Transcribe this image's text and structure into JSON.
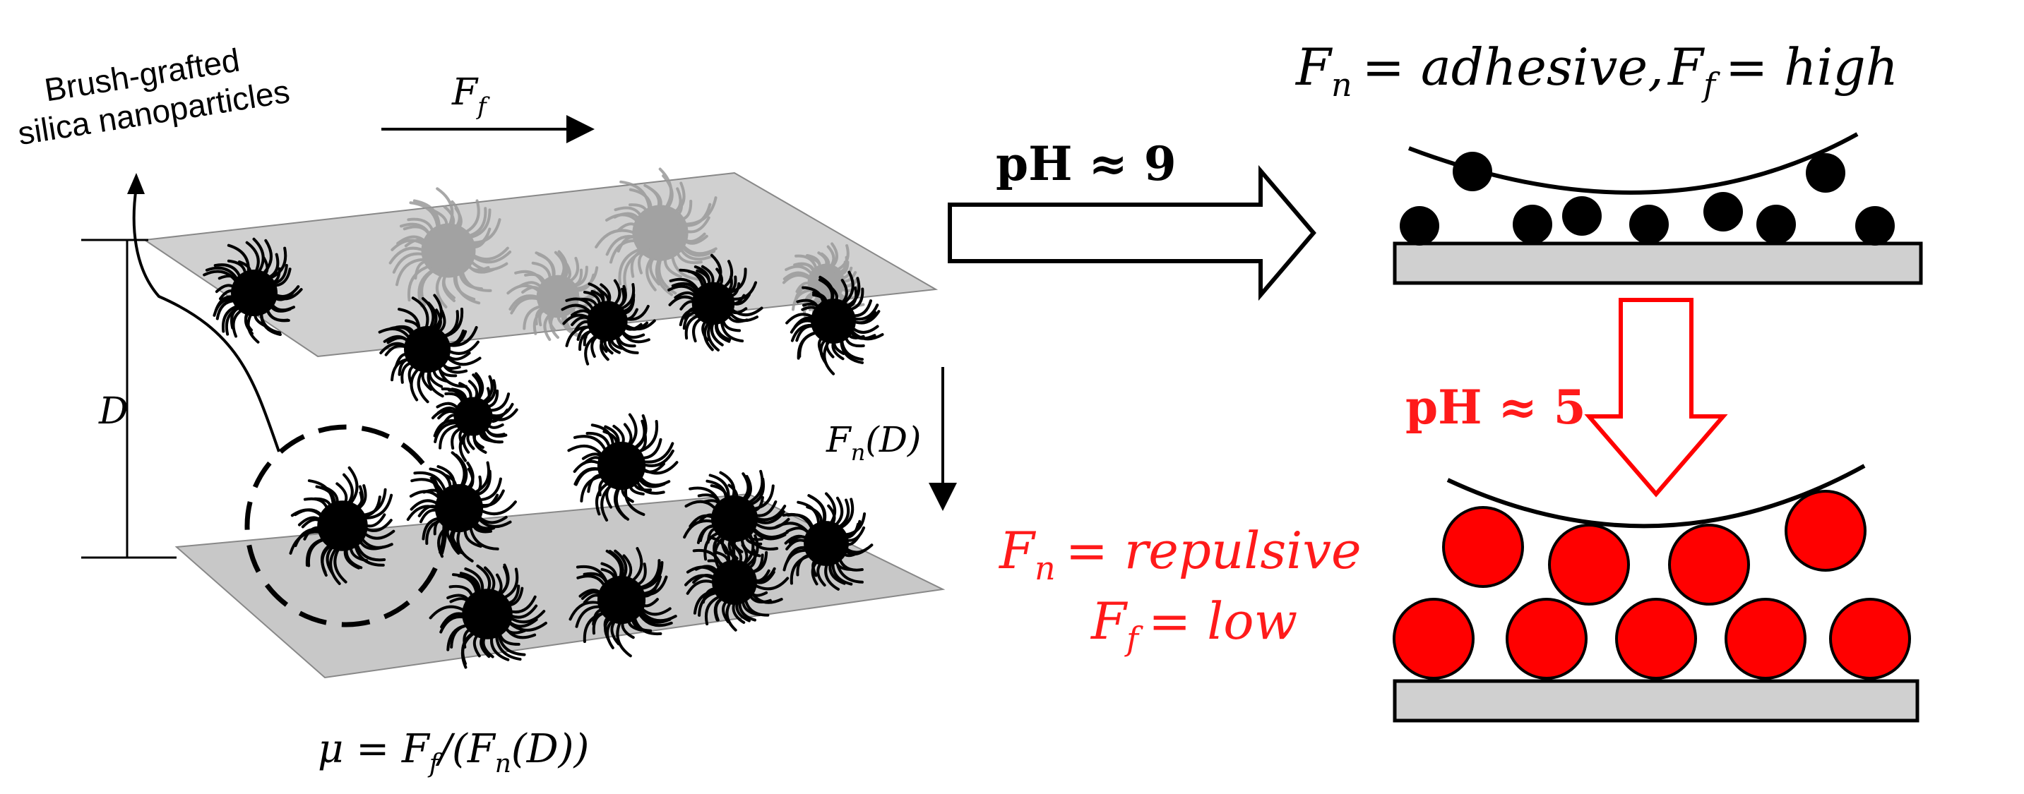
{
  "labels": {
    "particles_label_line1": "Brush-grafted",
    "particles_label_line2": "silica nanoparticles",
    "friction_force": "F",
    "friction_force_sub": "f",
    "gap_distance": "D",
    "normal_force": "F",
    "normal_force_sub": "n",
    "normal_force_arg": "(D)",
    "mu_formula_lhs": "μ = F",
    "mu_formula_sub": "f",
    "mu_formula_rhs": "/(F",
    "mu_formula_sub2": "n",
    "mu_formula_end": "(D))"
  },
  "high_ph": {
    "ph_label": "pH ≈ 9",
    "fn_symbol": "F",
    "fn_sub": "n",
    "fn_value": "= adhesive,",
    "ff_symbol": "F",
    "ff_sub": "f",
    "ff_value": "= high"
  },
  "low_ph": {
    "ph_label": "pH ≈ 5",
    "fn_symbol": "F",
    "fn_sub": "n",
    "fn_value": "= repulsive",
    "ff_symbol": "F",
    "ff_sub": "f",
    "ff_value": "= low"
  },
  "colors": {
    "black": "#000000",
    "plate_gray": "#c8c8c8",
    "red": "#ff0000",
    "red_text": "#ff1a1a"
  }
}
